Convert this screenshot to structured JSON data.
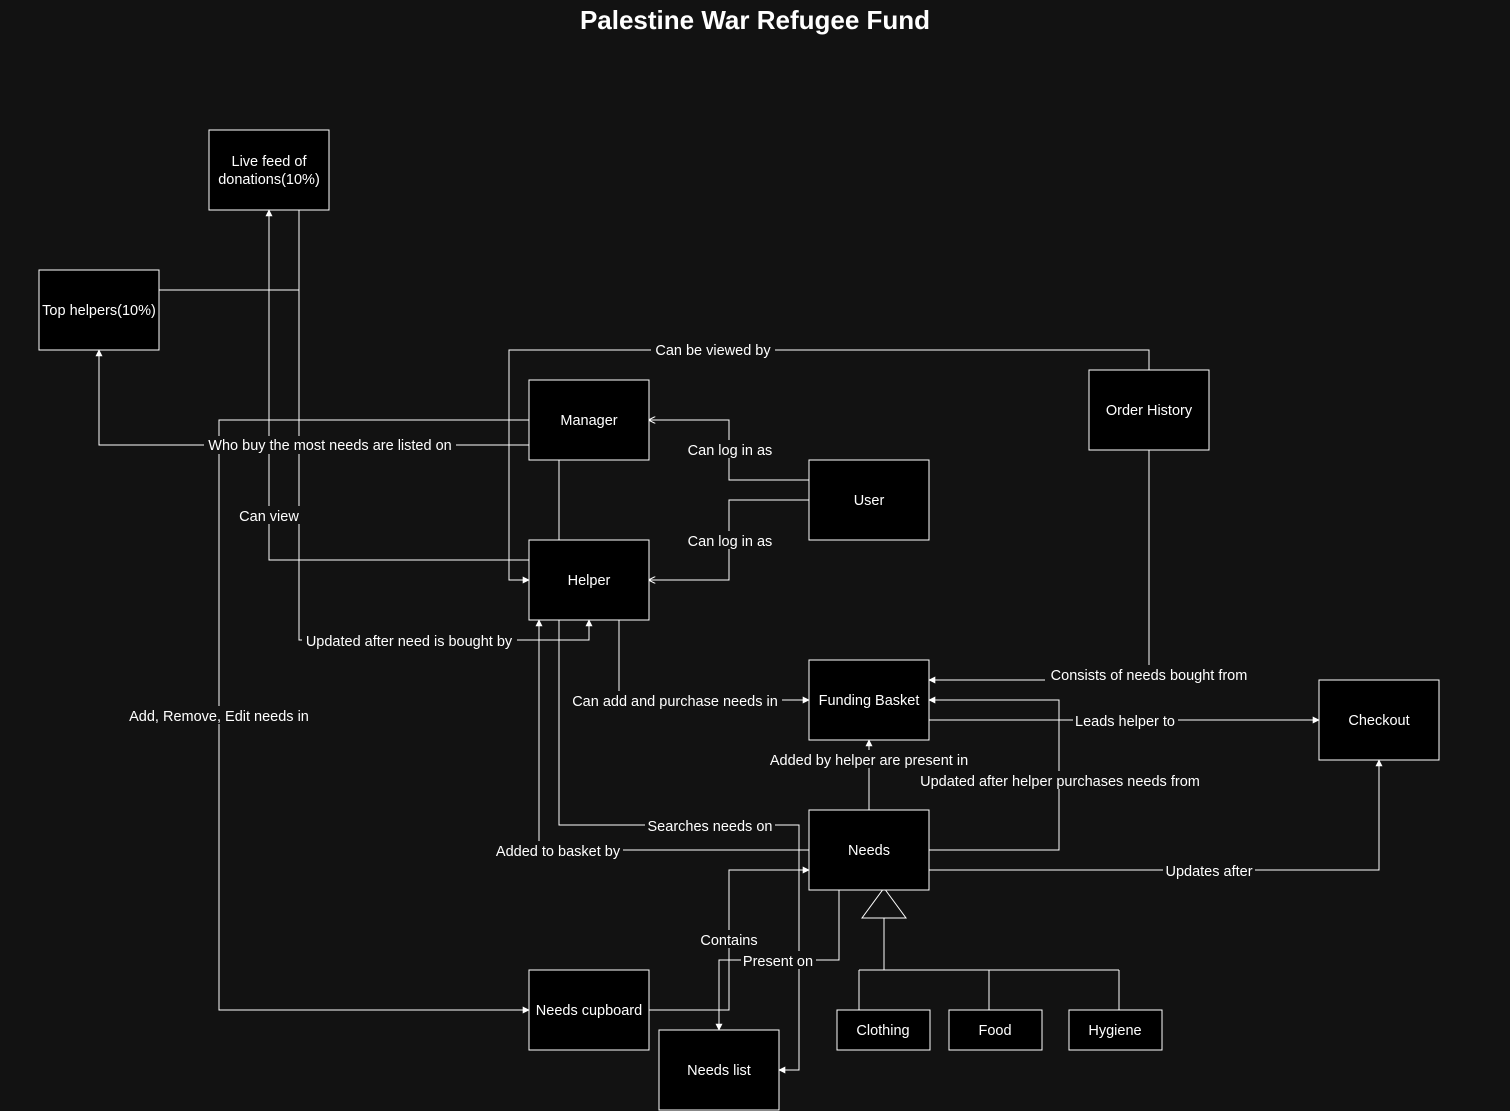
{
  "diagram": {
    "title": "Palestine War Refugee Fund",
    "nodes": {
      "live_feed": [
        "Live feed of",
        "donations(10%)"
      ],
      "top_helpers": [
        "Top helpers(10%)"
      ],
      "manager": [
        "Manager"
      ],
      "helper": [
        "Helper"
      ],
      "user": [
        "User"
      ],
      "order_history": [
        "Order History"
      ],
      "funding_basket": [
        "Funding Basket"
      ],
      "checkout": [
        "Checkout"
      ],
      "needs": [
        "Needs"
      ],
      "needs_cupboard": [
        "Needs cupboard"
      ],
      "needs_list": [
        "Needs list"
      ],
      "clothing": [
        "Clothing"
      ],
      "food": [
        "Food"
      ],
      "hygiene": [
        "Hygiene"
      ]
    },
    "edge_labels": {
      "can_be_viewed_by": "Can be viewed by",
      "who_buy_most": "Who buy the most needs are listed on",
      "manager_login": "Can log in as",
      "helper_login": "Can log in as",
      "can_view": "Can view",
      "updated_after_bought": "Updated after need is bought by",
      "consists_of": "Consists of needs bought  from",
      "add_purchase": "Can add and purchase needs in",
      "leads_helper_to": "Leads helper to",
      "add_remove_edit": "Add, Remove, Edit needs in",
      "added_by_helper": "Added by helper are present in",
      "updated_after_purchase": "Updated after helper purchases needs from",
      "searches_needs": "Searches needs on",
      "added_to_basket": "Added to basket by",
      "updates_after": "Updates after",
      "contains": "Contains",
      "present_on": "Present on"
    }
  }
}
